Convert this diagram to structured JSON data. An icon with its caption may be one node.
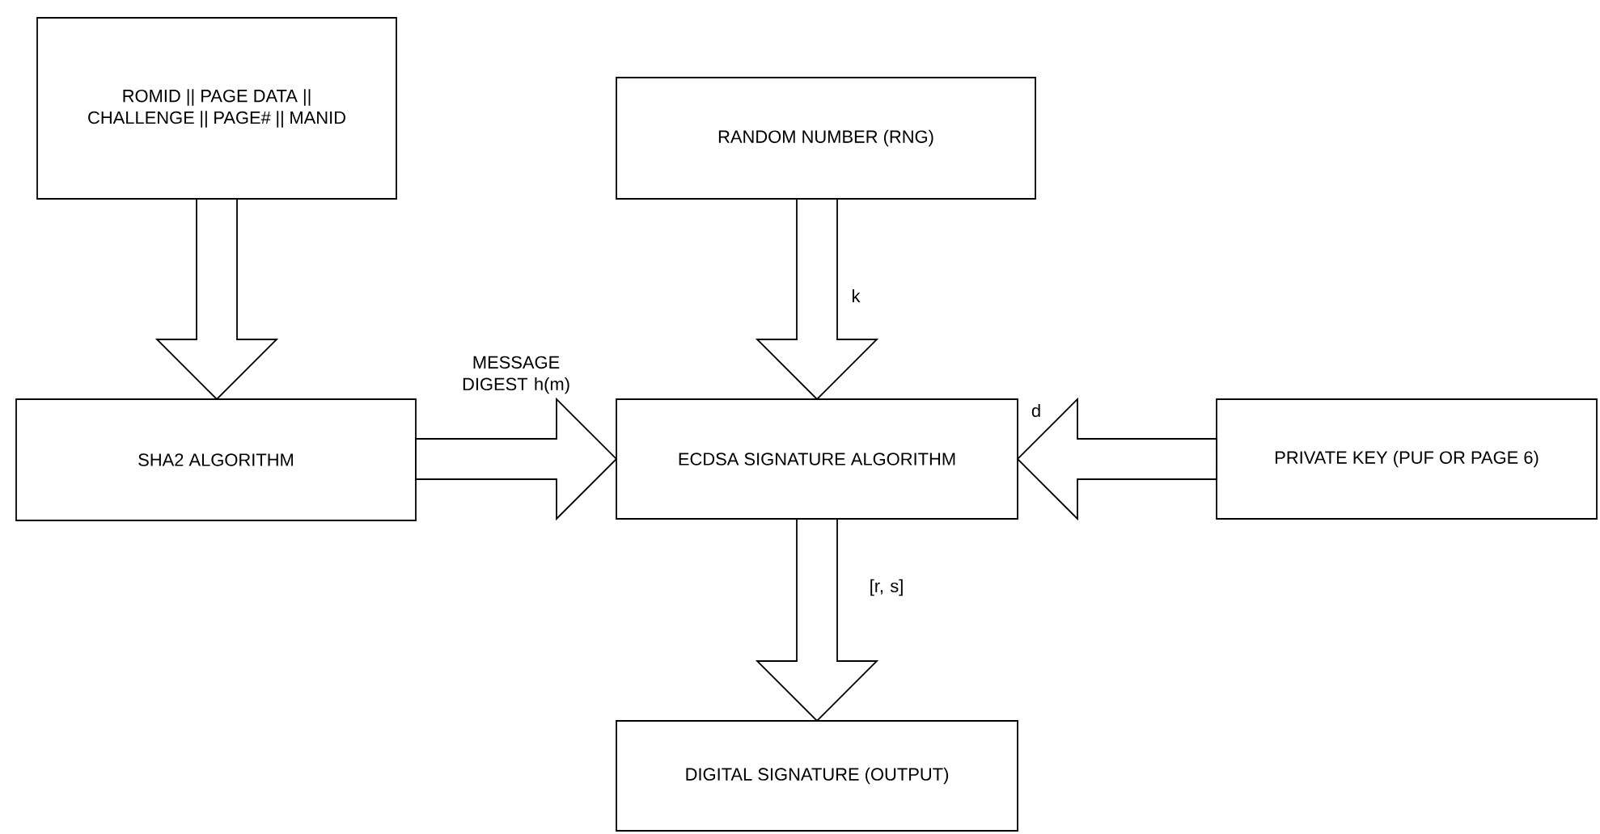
{
  "diagram": {
    "nodes": [
      {
        "text": [
          "ROMID || PAGE DATA || CHALLENGE || PAGE# || MANID"
        ]
      },
      {
        "text": [
          "RANDOM NUMBER (RNG)"
        ]
      },
      {
        "text": [
          "SHA2 ALGORITHM"
        ]
      },
      {
        "text": [
          "ECDSA SIGNATURE ALGORITHM"
        ]
      },
      {
        "text": [
          "PRIVATE KEY (PUF OR PAGE 6)"
        ]
      },
      {
        "text": [
          "DIGITAL SIGNATURE (OUTPUT)"
        ]
      }
    ],
    "edges": [
      {
        "from": 0,
        "to": 2,
        "arrow": "to"
      },
      {
        "from": 2,
        "to": 3,
        "arrow": "to",
        "label": "MESSAGE DIGEST h(m)"
      },
      {
        "from": 1,
        "to": 3,
        "arrow": "to",
        "label": "k"
      },
      {
        "from": 4,
        "to": 3,
        "arrow": "to",
        "label": "d"
      },
      {
        "from": 3,
        "to": 5,
        "arrow": "to",
        "label": "[r, s]"
      }
    ]
  }
}
